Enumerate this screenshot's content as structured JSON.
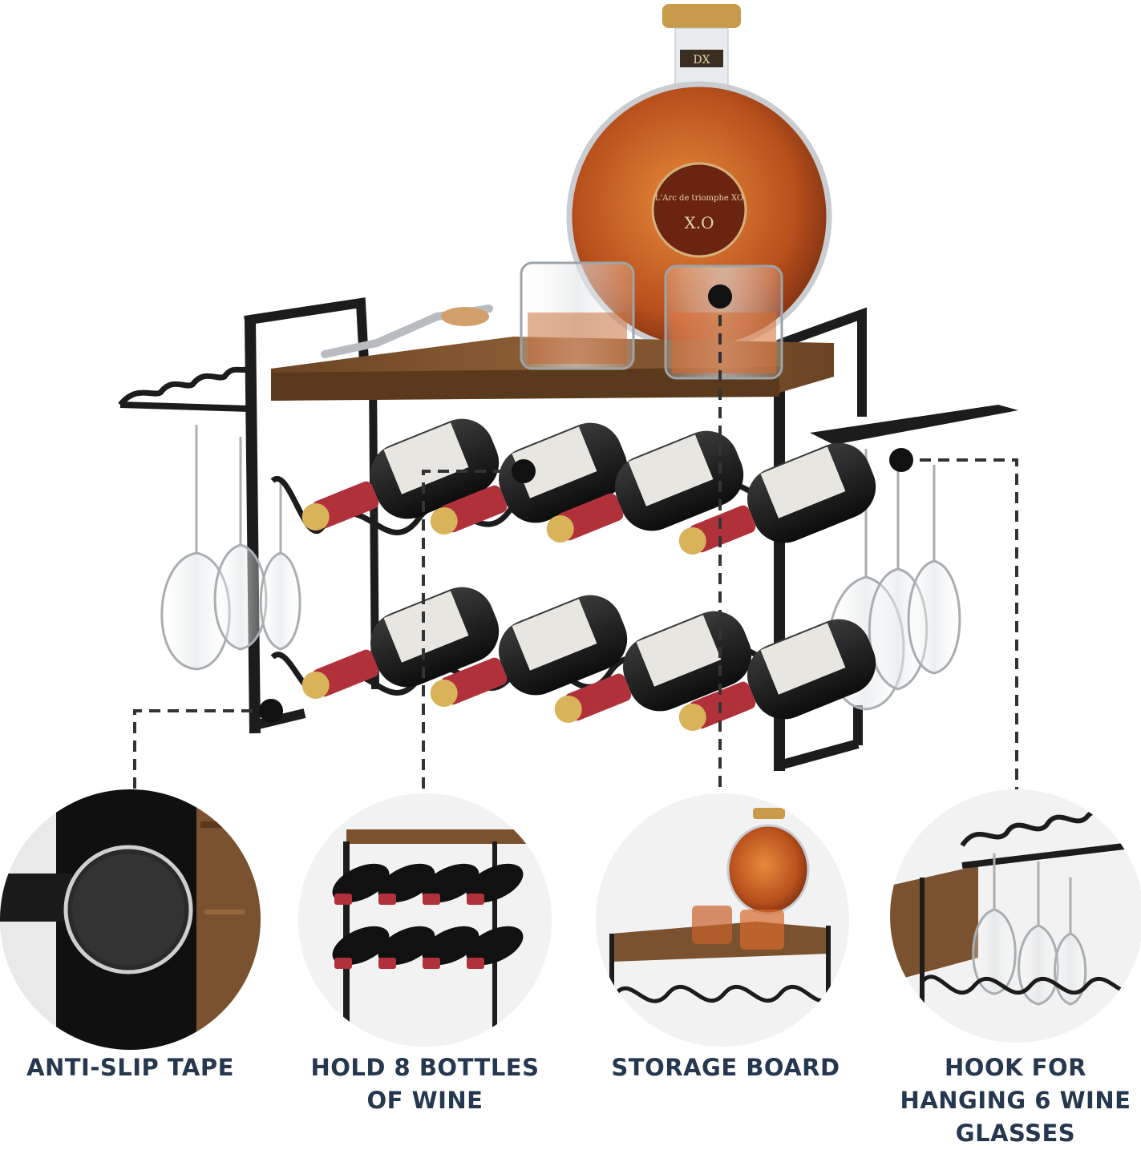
{
  "captions": {
    "anti_slip": [
      "ANTI-SLIP TAPE"
    ],
    "bottles": [
      "HOLD 8 BOTTLES",
      "OF WINE"
    ],
    "storage": [
      "STORAGE BOARD"
    ],
    "hooks": [
      "HOOK FOR",
      "HANGING 6 WINE",
      "GLASSES"
    ]
  },
  "decanter_label": {
    "brand": "L'Arc de triomphe XO",
    "grade": "X.O",
    "cap_mark": "DX"
  },
  "colors": {
    "caption_text": "#25384f",
    "frame_metal": "#1c1c1c",
    "wood": "#7a5230",
    "bottle_cap": "#b0313a",
    "cognac": "#c8632b"
  }
}
